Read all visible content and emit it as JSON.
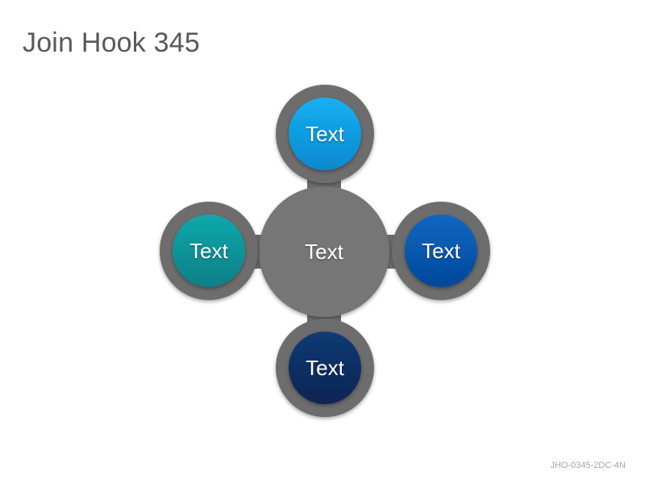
{
  "title": "Join Hook 345",
  "footer_code": "JHO-0345-2DC-4N",
  "colors": {
    "hub": "#767676",
    "ring": "#6d6d6d",
    "top_node": "#0aa2e6",
    "left_node": "#0e979b",
    "right_node": "#0559b0",
    "bottom_node": "#0d2f63"
  },
  "diagram": {
    "center_label": "Text",
    "top_label": "Text",
    "left_label": "Text",
    "right_label": "Text",
    "bottom_label": "Text"
  }
}
